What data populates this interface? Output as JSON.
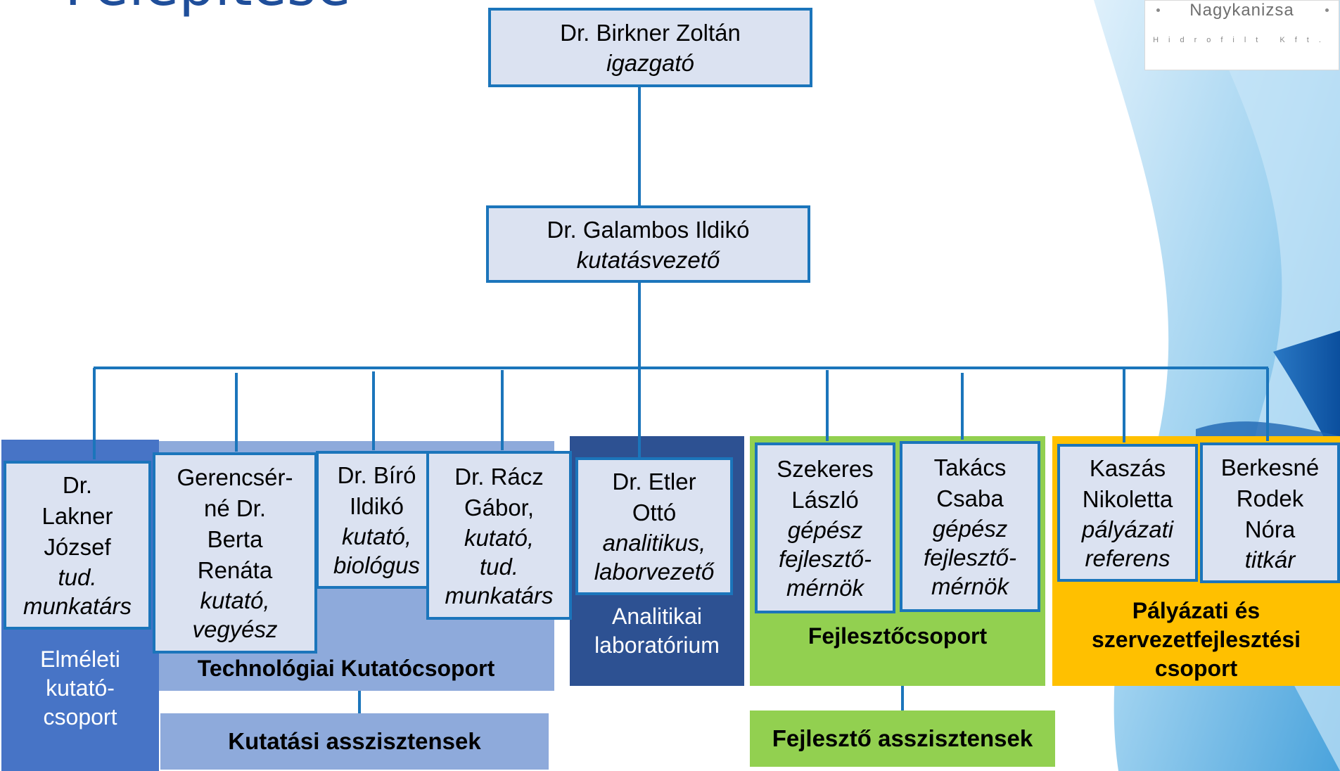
{
  "page_title": "Felépítése",
  "logo": {
    "main": "Nagykanizsa",
    "sub": "Hidrofilt Kft."
  },
  "colors": {
    "node_fill": "#dbe2f1",
    "node_border": "#1b75bb",
    "connector": "#1b75bb",
    "elmeleti": "#4774c6",
    "technologiai": "#8eaadb",
    "analitikai": "#2d5192",
    "fejleszto": "#92d050",
    "palyazati": "#ffc000"
  },
  "director": {
    "name": "Dr. Birkner Zoltán",
    "role": "igazgató"
  },
  "research_lead": {
    "name": "Dr. Galambos Ildikó",
    "role": "kutatásvezető"
  },
  "groups": {
    "elmeleti": {
      "title": "Elméleti\nkutató-\ncsoport",
      "members": [
        {
          "name": "Dr.\nLakner\nJózsef",
          "role": "tud.\nmunkatárs"
        }
      ]
    },
    "technologiai": {
      "title": "Technológiai Kutatócsoport",
      "members": [
        {
          "name": "Gerencsér-\nné Dr.\nBerta\nRenáta",
          "role": "kutató,\nvegyész"
        },
        {
          "name": "Dr. Bíró\nIldikó",
          "role": "kutató,\nbiológus"
        },
        {
          "name": "Dr. Rácz\nGábor,",
          "role": "kutató,\ntud.\nmunkatárs"
        }
      ],
      "assistants": "Kutatási asszisztensek"
    },
    "analitikai": {
      "title": "Analitikai\nlaboratórium",
      "members": [
        {
          "name": "Dr. Etler\nOttó",
          "role": "analitikus,\nlaborvezető"
        }
      ]
    },
    "fejleszto": {
      "title": "Fejlesztőcsoport",
      "members": [
        {
          "name": "Szekeres\nLászló",
          "role": "gépész\nfejlesztő-\nmérnök"
        },
        {
          "name": "Takács\nCsaba",
          "role": "gépész\nfejlesztő-\nmérnök"
        }
      ],
      "assistants": "Fejlesztő asszisztensek"
    },
    "palyazati": {
      "title": "Pályázati és\nszervezetfejlesztési\ncsoport",
      "members": [
        {
          "name": "Kaszás\nNikoletta",
          "role": "pályázati\nreferens"
        },
        {
          "name": "Berkesné\nRodek\nNóra",
          "role": "titkár"
        }
      ]
    }
  }
}
